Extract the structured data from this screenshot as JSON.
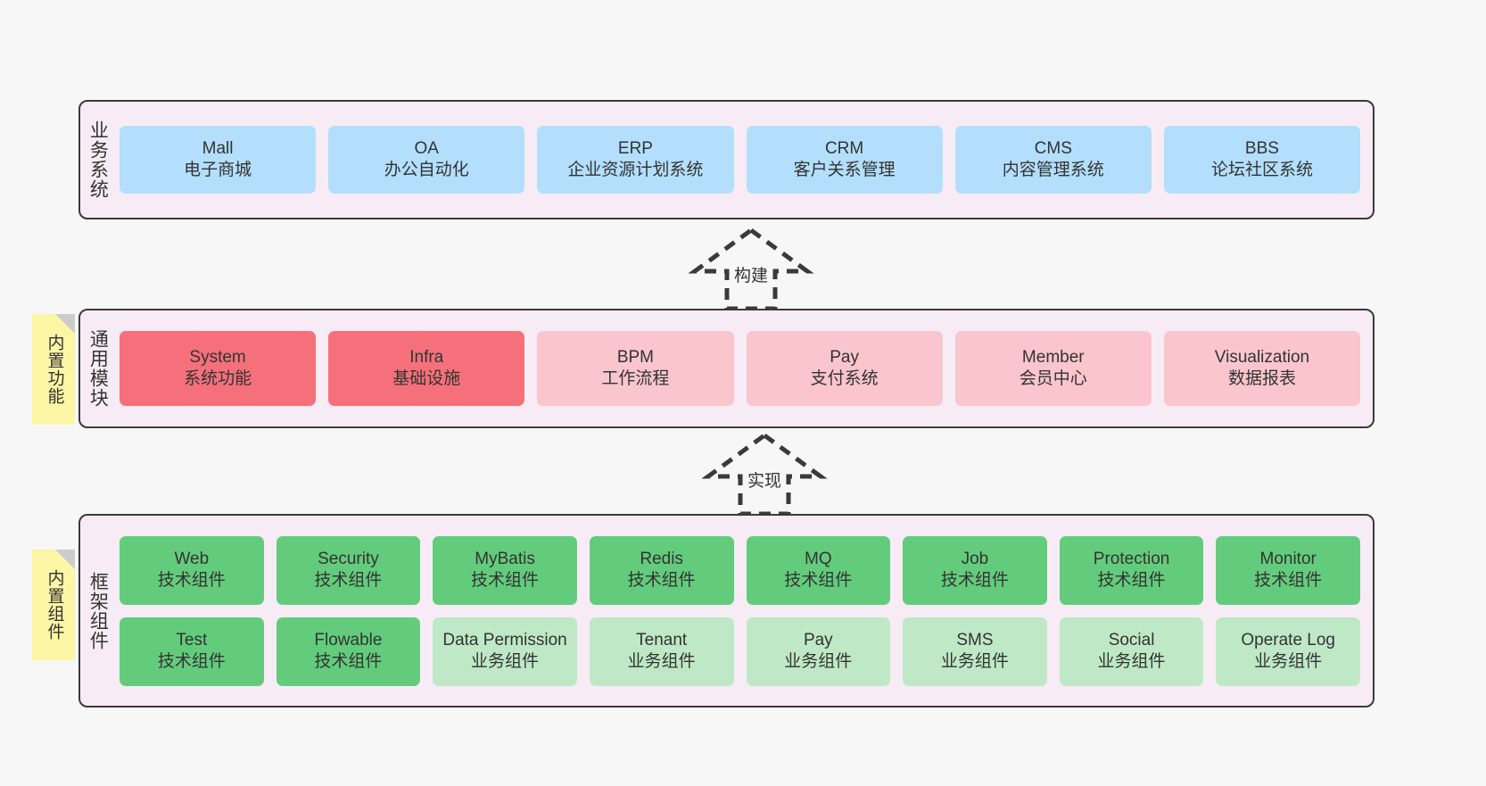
{
  "colors": {
    "page_background": "#f7f7f7",
    "layer_background": "#f7ecf6",
    "layer_border": "#3a3a3a",
    "note_background": "#fbf7a5",
    "note_fold": "#cccccc",
    "business_card": "#b3dffc",
    "module_core_card": "#f5707b",
    "module_card": "#fac5cd",
    "tech_component_card": "#63cc7c",
    "business_component_card": "#bfe9c6",
    "text": "#333333"
  },
  "layers": {
    "business": {
      "caption": "业务系统",
      "cards": [
        {
          "title": "Mall",
          "subtitle": "电子商城"
        },
        {
          "title": "OA",
          "subtitle": "办公自动化"
        },
        {
          "title": "ERP",
          "subtitle": "企业资源计划系统"
        },
        {
          "title": "CRM",
          "subtitle": "客户关系管理"
        },
        {
          "title": "CMS",
          "subtitle": "内容管理系统"
        },
        {
          "title": "BBS",
          "subtitle": "论坛社区系统"
        }
      ]
    },
    "modules": {
      "caption": "通用模块",
      "note": "内置功能",
      "cards": [
        {
          "title": "System",
          "subtitle": "系统功能"
        },
        {
          "title": "Infra",
          "subtitle": "基础设施"
        },
        {
          "title": "BPM",
          "subtitle": "工作流程"
        },
        {
          "title": "Pay",
          "subtitle": "支付系统"
        },
        {
          "title": "Member",
          "subtitle": "会员中心"
        },
        {
          "title": "Visualization",
          "subtitle": "数据报表"
        }
      ]
    },
    "framework": {
      "caption": "框架组件",
      "note": "内置组件",
      "row1": [
        {
          "title": "Web",
          "subtitle": "技术组件"
        },
        {
          "title": "Security",
          "subtitle": "技术组件"
        },
        {
          "title": "MyBatis",
          "subtitle": "技术组件"
        },
        {
          "title": "Redis",
          "subtitle": "技术组件"
        },
        {
          "title": "MQ",
          "subtitle": "技术组件"
        },
        {
          "title": "Job",
          "subtitle": "技术组件"
        },
        {
          "title": "Protection",
          "subtitle": "技术组件"
        },
        {
          "title": "Monitor",
          "subtitle": "技术组件"
        }
      ],
      "row2": [
        {
          "title": "Test",
          "subtitle": "技术组件"
        },
        {
          "title": "Flowable",
          "subtitle": "技术组件"
        },
        {
          "title": "Data Permission",
          "subtitle": "业务组件"
        },
        {
          "title": "Tenant",
          "subtitle": "业务组件"
        },
        {
          "title": "Pay",
          "subtitle": "业务组件"
        },
        {
          "title": "SMS",
          "subtitle": "业务组件"
        },
        {
          "title": "Social",
          "subtitle": "业务组件"
        },
        {
          "title": "Operate Log",
          "subtitle": "业务组件"
        }
      ]
    }
  },
  "connectors": [
    {
      "id": "build",
      "label": "构建",
      "from": "通用模块",
      "to": "业务系统"
    },
    {
      "id": "realize",
      "label": "实现",
      "from": "框架组件",
      "to": "通用模块"
    }
  ]
}
